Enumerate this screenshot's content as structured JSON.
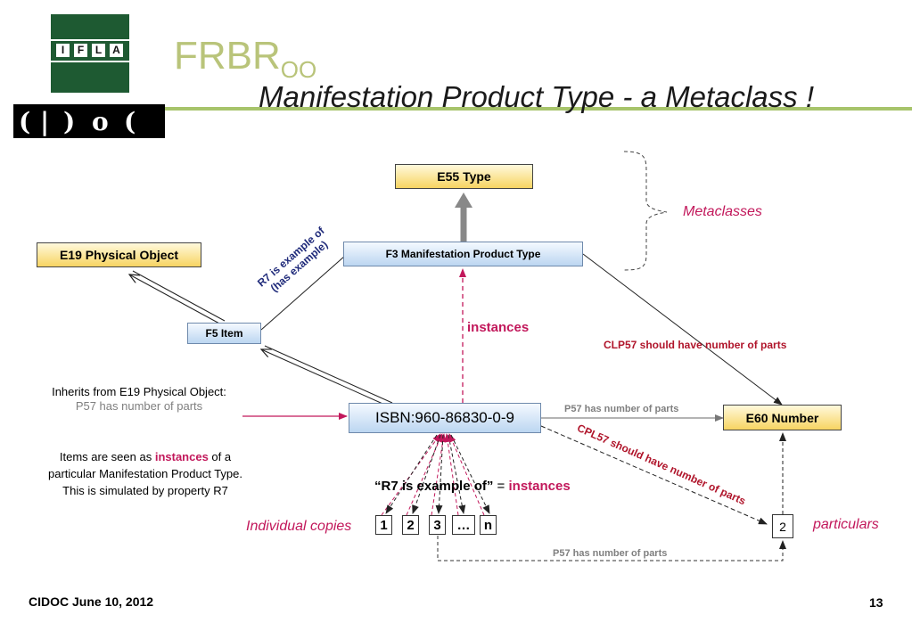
{
  "header": {
    "logo_ifla_letters": [
      "I",
      "F",
      "L",
      "A"
    ],
    "logo_cidoc_text": "CIDOC",
    "title_main": "FRBR",
    "title_subscript": "OO",
    "subtitle": "Manifestation Product Type - a Metaclass !"
  },
  "nodes": {
    "e55": "E55 Type",
    "f3": "F3 Manifestation Product Type",
    "e19": "E19 Physical Object",
    "f5": "F5 Item",
    "isbn": "ISBN:960-86830-0-9",
    "e60": "E60 Number",
    "copies": [
      "1",
      "2",
      "3",
      "…",
      "n"
    ],
    "particular": "2"
  },
  "labels": {
    "metaclasses": "Metaclasses",
    "particulars": "particulars",
    "individual_copies": "Individual copies",
    "instances": "instances",
    "r7_line1": "R7 is example of",
    "r7_line2": "(has example)",
    "clp57": "CLP57 should have number of parts",
    "cpl57": "CPL57 should have number of parts",
    "p57_top": "P57 has number of parts",
    "p57_bottom": "P57 has number of parts",
    "r7_quote": "“R7 is example of”",
    "r7_equals": " = ",
    "r7_instances": "instances"
  },
  "notes": {
    "inherits_line1": "Inherits from E19 Physical Object:",
    "inherits_line2": "P57 has number of parts",
    "items_line1_a": "Items are seen as ",
    "items_line1_b": "instances",
    "items_line1_c": " of a",
    "items_line2": "particular Manifestation Product Type.",
    "items_line3": "This is simulated by property R7"
  },
  "footer": {
    "left": "CIDOC June 10, 2012",
    "page": "13"
  },
  "colors": {
    "accent_magenta": "#c2185b",
    "dark_red": "#b0152b",
    "title_green": "#b9c47a",
    "logo_green": "#1e5a32"
  }
}
